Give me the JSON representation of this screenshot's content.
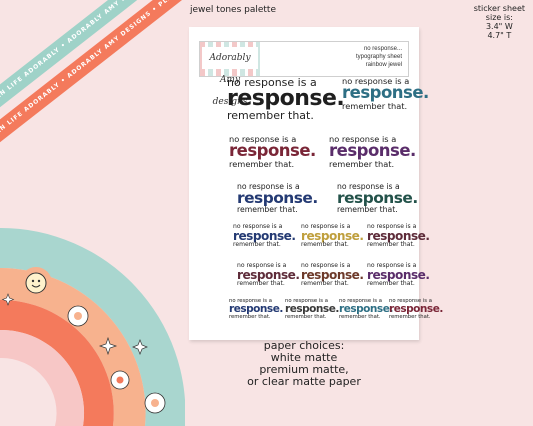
{
  "palette_title": "jewel tones palette",
  "size_info": {
    "line1": "sticker sheet",
    "line2": "size is:",
    "line3": "3.4\" W",
    "line4": "4.7\" T"
  },
  "ribbon_text": "PLAN LIFE ADORABLY • ADORABLY AMY DESIGNS • PLAN LIFE ADORABLY • ADORABLY AMY DESIGNS •",
  "sheet_header": {
    "logo": "Adorably Amy designs",
    "line1": "no response...",
    "line2": "typography sheet",
    "line3": "rainbow jewel"
  },
  "sticker_text": {
    "top": "no response is a",
    "mid": "response.",
    "bottom": "remember that."
  },
  "sticker_colors": [
    "#1f1f1f",
    "#2e6f84",
    "#7a2637",
    "#5a2d6a",
    "#243a73",
    "#23524a",
    "#243a73",
    "#bf9f3d",
    "#5e2c3a",
    "#5e2c3a",
    "#6d3a2a",
    "#5a2d6a",
    "#243a73",
    "#3a3a3a",
    "#2e6f84",
    "#7a2637"
  ],
  "paper_choices": {
    "line1": "paper choices:",
    "line2": "white matte",
    "line3": "premium matte,",
    "line4": "or clear matte paper"
  },
  "accent_colors": {
    "background": "#f8e4e4",
    "teal": "#a9d6cf",
    "peach": "#f7b28e",
    "coral": "#f47a5c",
    "pink": "#f7c7c6"
  }
}
